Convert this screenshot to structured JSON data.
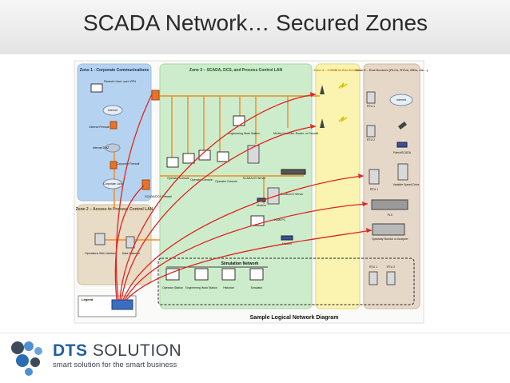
{
  "slide": {
    "title": "SCADA Network… Secured Zones"
  },
  "zones": {
    "zone1": {
      "title": "Zone 1 - Corporate Communications"
    },
    "zone2": {
      "title": "Zone 2 – Access to Process Control LAN"
    },
    "zone3": {
      "title": "Zone 3 – SCADA, DCS, and Process Control LAN"
    },
    "zone4": {
      "title": "Zone 4 – COMM to End Devices"
    },
    "zone5": {
      "title": "Zone 5 – End Devices (PLCs, RTUs, IEDs, etc…)"
    }
  },
  "labels": {
    "remote_user": "Remote User over VPN",
    "internet1": "Internet",
    "internet_firewall": "Internet Firewall",
    "internet_dmz": "Internet DMZ",
    "corporate_firewall": "Corporate Firewall",
    "corporate_lan": "Corporate LAN",
    "scada_firewall": "SCADA/DCS Firewall",
    "operations_web": "Operations Web Interface",
    "data_historian": "Data Historian",
    "engineering_ws": "Engineering Work Station",
    "operator_console1": "Operator Console",
    "operator_console2": "Operator Console",
    "operator_console3": "Operator Console",
    "scada_io_server": "SCADA I/O Server",
    "media_converter": "Media Converter, Router, or Firewall",
    "scada_io_server2": "SCADA I/O Server",
    "modem1": "Modem",
    "local_pc": "Local PC",
    "modem2": "Modem",
    "rtu1": "RTU 1",
    "rtu2": "RTU 2",
    "internet2": "Internet",
    "patriot": "PatriotSCADA",
    "rtu1b": "RTU 1",
    "vsd": "Variable Speed Drive",
    "plc": "PLC",
    "specialty": "Specialty Monitor or Analyzer",
    "rtu1c": "RTU 1",
    "rtu2c": "RTU 2",
    "legend": "Legend",
    "sim_operator": "Operator Station",
    "sim_engineering": "Engineering Work Station",
    "sim_historian": "Historian",
    "sim_simulator": "Simulator"
  },
  "simulation_network": {
    "title": "Simulation Network"
  },
  "diagram_caption": "Sample Logical Network Diagram",
  "brand": {
    "name_bold": "DTS",
    "name_rest": " SOLUTION",
    "tagline": "smart solution for the smart business"
  },
  "colors": {
    "zone1": "#b5d3f0",
    "zone2": "#e8dcc6",
    "zone3": "#cdeccb",
    "zone4": "#fbf4b0",
    "zone5": "#e6d8c8",
    "firewall": "#e8722a",
    "link_red": "#e0251f",
    "link_orange": "#f08c1e",
    "brand_blue": "#1f5fa6"
  }
}
